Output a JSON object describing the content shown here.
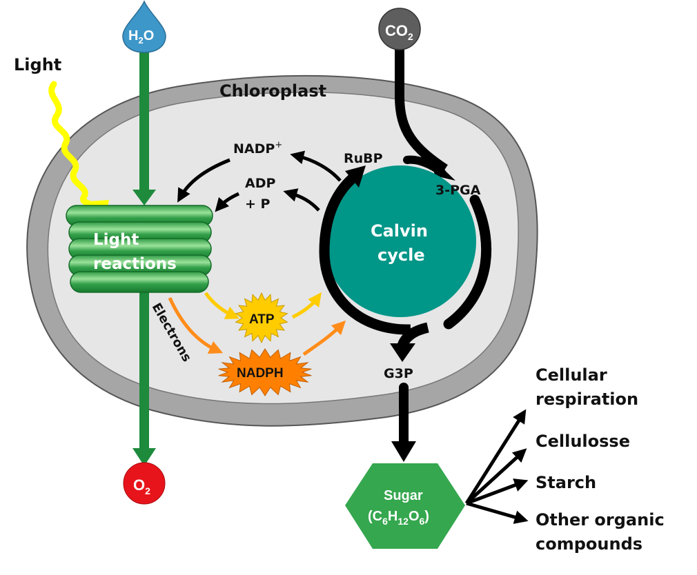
{
  "diagram": {
    "title": "Photosynthesis overview",
    "organelle_label": "Chloroplast",
    "inputs": {
      "water": {
        "main": "H",
        "sub": "2",
        "tail": "O"
      },
      "carbon_dioxide": {
        "main": "CO",
        "sub": "2"
      },
      "light": "Light"
    },
    "outputs": {
      "oxygen": {
        "main": "O",
        "sub": "2"
      }
    },
    "light_reactions": {
      "line1": "Light",
      "line2": "reactions"
    },
    "calvin_cycle": {
      "line1": "Calvin",
      "line2": "cycle"
    },
    "intermediates": {
      "nadp": {
        "main": "NADP",
        "sup": "+"
      },
      "adp_line1": "ADP",
      "adp_line2": "+ P",
      "rubp": "RuBP",
      "pga": "3-PGA",
      "g3p": "G3P",
      "atp": "ATP",
      "nadph": "NADPH",
      "electrons": "Electrons"
    },
    "sugar": {
      "label": "Sugar",
      "formula": {
        "open": "(C",
        "c": "6",
        "h": "H",
        "hsub": "12",
        "o": "O",
        "osub": "6",
        "close": ")"
      }
    },
    "sugar_fates": [
      {
        "line1": "Cellular",
        "line2": "respiration"
      },
      {
        "line1": "Cellulosse",
        "line2": ""
      },
      {
        "line1": "Starch",
        "line2": ""
      },
      {
        "line1": "Other organic",
        "line2": "compounds"
      }
    ],
    "colors": {
      "membrane": "#a6a6a6",
      "stroma": "#e6e6e6",
      "thylakoid": "#1f8a3a",
      "thylakoid_light": "#8fd68f",
      "calvin": "#009688",
      "water": "#3d97c9",
      "co2": "#5e5e5e",
      "oxygen": "#e8141b",
      "sugar": "#35a74e",
      "light": "#ffff00",
      "atp": "#ffcc00",
      "nadph": "#ff8000",
      "flow_green": "#1e8a3c"
    }
  }
}
